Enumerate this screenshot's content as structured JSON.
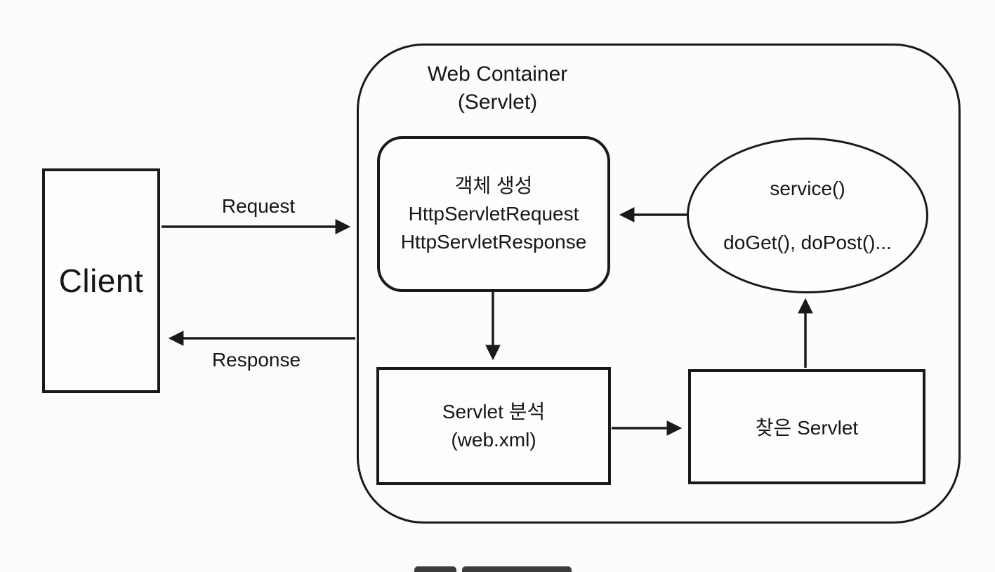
{
  "colors": {
    "ink": "#1a1a1a",
    "background": "#fbfbfb",
    "shape_fill": "#fdfdfd",
    "overlay_dark": "#3c3c3c"
  },
  "client": {
    "label": "Client"
  },
  "flows": {
    "request": "Request",
    "response": "Response"
  },
  "web_container": {
    "title_line1": "Web Container",
    "title_line2": "(Servlet)"
  },
  "object_creation": {
    "line1": "객체 생성",
    "line2": "HttpServletRequest",
    "line3": "HttpServletResponse"
  },
  "service": {
    "line1": "service()",
    "line2": "doGet(), doPost()..."
  },
  "servlet_analysis": {
    "line1": "Servlet 분석",
    "line2": "(web.xml)"
  },
  "found_servlet": {
    "label": "찾은 Servlet"
  }
}
